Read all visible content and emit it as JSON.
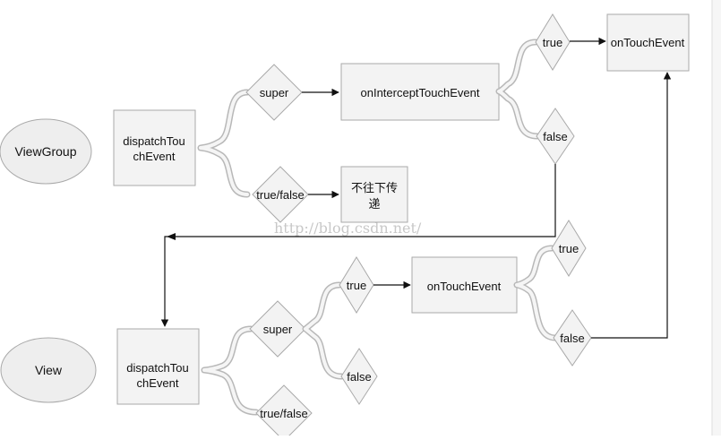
{
  "diagram": {
    "viewgroup": {
      "label": "ViewGroup",
      "dispatch_lines": [
        "dispatchTou",
        "chEvent"
      ],
      "super_label": "super",
      "true_false_label": "true/false",
      "intercept_label": "onInterceptTouchEvent",
      "no_pass_lines": [
        "不往下传",
        "递"
      ],
      "true_label": "true",
      "false_label": "false",
      "ontouch_label": "onTouchEvent"
    },
    "view": {
      "label": "View",
      "dispatch_lines": [
        "dispatchTou",
        "chEvent"
      ],
      "super_label": "super",
      "true_false_label": "true/false",
      "inner_true_label": "true",
      "inner_false_label": "false",
      "ontouch_label": "onTouchEvent",
      "result_true_label": "true",
      "result_false_label": "false"
    },
    "watermark": "http://blog.csdn.net/"
  }
}
